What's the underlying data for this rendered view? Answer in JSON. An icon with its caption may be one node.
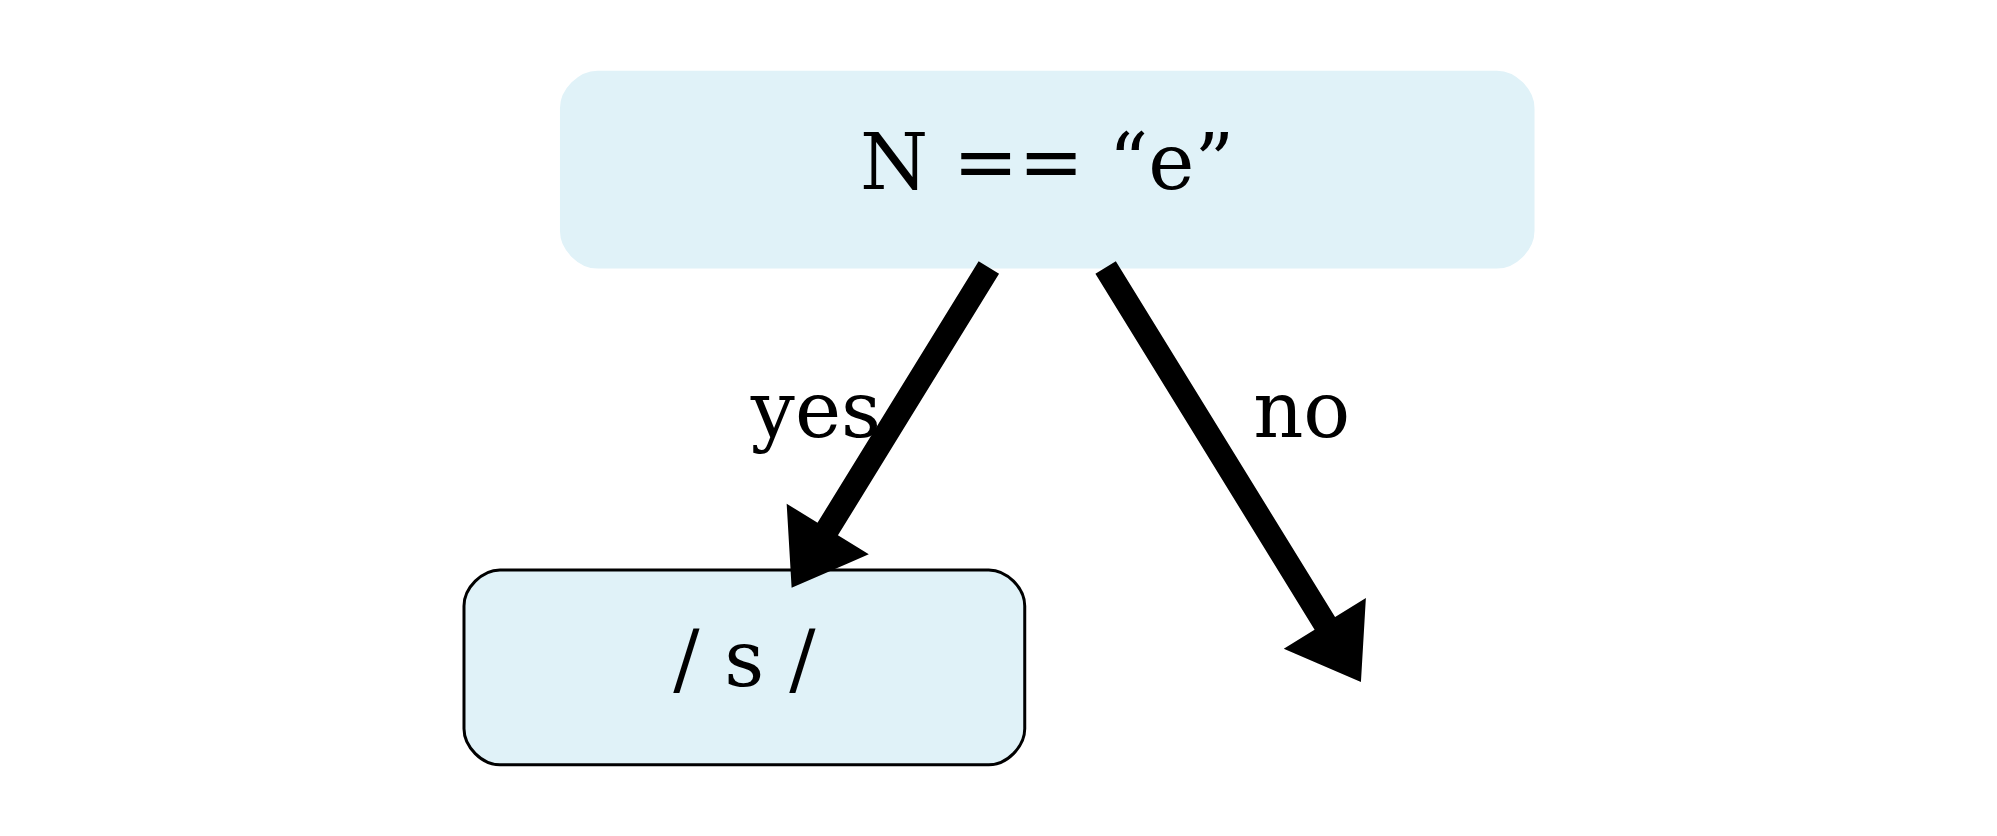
{
  "diagram": {
    "nodes": [
      {
        "text": [
          "N == “e”"
        ]
      },
      {
        "text": [
          "/ s /"
        ]
      }
    ],
    "edges": [
      {
        "from": 0,
        "to": 1,
        "arrow": "to",
        "label": "yes"
      },
      {
        "from": 0,
        "to": null,
        "arrow": "to",
        "label": "no"
      }
    ]
  }
}
